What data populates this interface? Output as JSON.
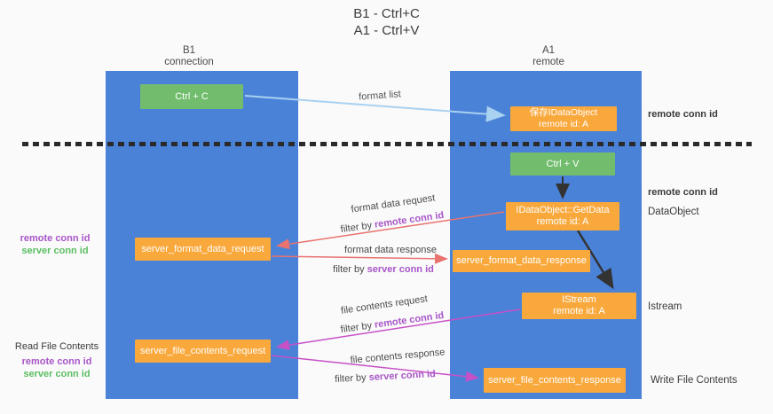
{
  "title": {
    "line1": "B1 - Ctrl+C",
    "line2": "A1 - Ctrl+V"
  },
  "lanes": {
    "left": {
      "name": "B1",
      "role": "connection"
    },
    "right": {
      "name": "A1",
      "role": "remote"
    }
  },
  "nodes": {
    "ctrl_c": {
      "label": "Ctrl + C"
    },
    "save_dataobject": {
      "line1": "保存IDataObject",
      "line2": "remote id: A"
    },
    "ctrl_v": {
      "label": "Ctrl + V"
    },
    "getdata": {
      "line1": "IDataObject::GetData",
      "line2": "remote id: A"
    },
    "format_request": {
      "label": "server_format_data_request"
    },
    "format_response": {
      "label": "server_format_data_response"
    },
    "istream": {
      "line1": "IStream",
      "line2": "remote id: A"
    },
    "file_request": {
      "label": "server_file_contents_request"
    },
    "file_response": {
      "label": "server_file_contents_response"
    }
  },
  "arrow_labels": {
    "format_list": "format list",
    "format_request": "format data request",
    "format_request_filter_prefix": "filter by ",
    "format_request_filter_id": "remote conn id",
    "format_response": "format data response",
    "format_response_filter_prefix": "filter by ",
    "format_response_filter_id": "server conn id",
    "file_request": "file contents request",
    "file_request_filter_prefix": "filter by ",
    "file_request_filter_id": "remote conn id",
    "file_response": "file contents response",
    "file_response_filter_prefix": "filter by ",
    "file_response_filter_id": "server conn id"
  },
  "side_labels": {
    "right_top_conn_id": "remote conn id",
    "right_mid_conn_id": "remote conn id",
    "dataobject": "DataObject",
    "istream": "Istream",
    "write_file": "Write File Contents",
    "left_top_remote": "remote conn id",
    "left_top_server": "server conn id",
    "left_bottom_read_file": "Read File Contents",
    "left_bottom_remote": "remote conn id",
    "left_bottom_server": "server conn id"
  },
  "colors": {
    "lane_blue": "#4a82d8",
    "box_orange": "#f9a83c",
    "box_green": "#71bd6d",
    "arrow_light_blue": "#a9d1f0",
    "arrow_red": "#e8736f",
    "arrow_magenta": "#c750c7",
    "arrow_black": "#333333",
    "text_purple": "#a855c8",
    "text_green": "#5bbd62"
  }
}
